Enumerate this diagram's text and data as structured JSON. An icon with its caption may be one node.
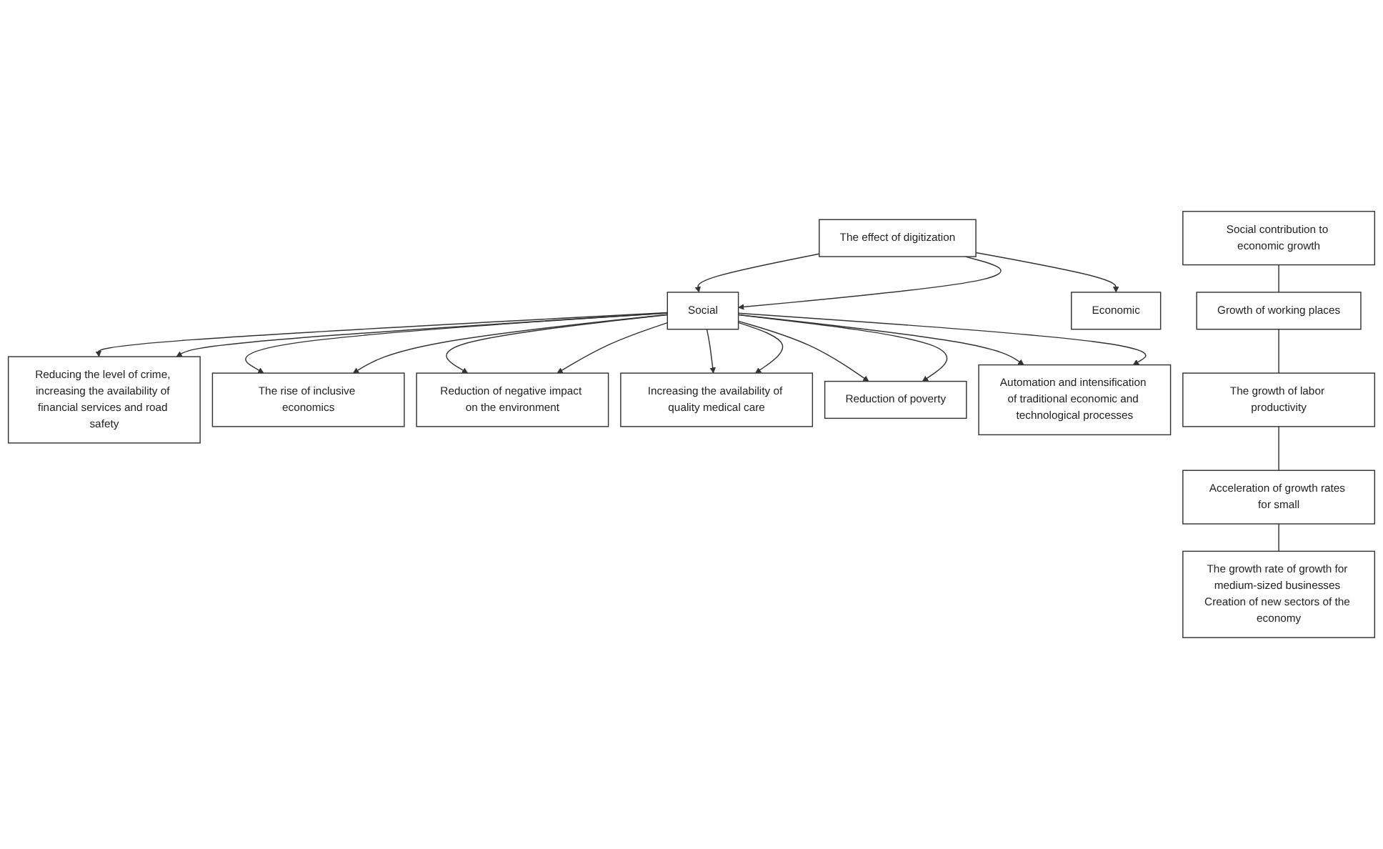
{
  "diagram": {
    "nodes": [
      {
        "text": [
          "The effect of digitization"
        ]
      },
      {
        "text": [
          "Social"
        ]
      },
      {
        "text": [
          "Economic"
        ]
      },
      {
        "text": [
          "Reducing the level of crime, increasing the availability of financial services and road safety"
        ]
      },
      {
        "text": [
          "The rise of inclusive economics"
        ]
      },
      {
        "text": [
          "Reduction of negative impact on the environment"
        ]
      },
      {
        "text": [
          "Increasing the availability of quality medical care"
        ]
      },
      {
        "text": [
          "Reduction of poverty"
        ]
      },
      {
        "text": [
          "Automation and intensification of traditional economic and technological processes"
        ]
      },
      {
        "text": [
          "Social contribution to economic growth"
        ]
      },
      {
        "text": [
          "Growth of working places"
        ]
      },
      {
        "text": [
          "The growth of labor productivity"
        ]
      },
      {
        "text": [
          "Acceleration of growth rates for small"
        ]
      },
      {
        "text": [
          "The growth rate of growth for medium-sized businesses Creation of new sectors of the economy"
        ]
      }
    ],
    "edges": [
      {
        "from": 0,
        "to": 1,
        "arrow": "to"
      },
      {
        "from": 0,
        "to": 1,
        "arrow": "to"
      },
      {
        "from": 0,
        "to": 2,
        "arrow": "to"
      },
      {
        "from": 1,
        "to": 3,
        "arrow": "to"
      },
      {
        "from": 1,
        "to": 3,
        "arrow": "to"
      },
      {
        "from": 1,
        "to": 4,
        "arrow": "to"
      },
      {
        "from": 1,
        "to": 4,
        "arrow": "to"
      },
      {
        "from": 1,
        "to": 5,
        "arrow": "to"
      },
      {
        "from": 1,
        "to": 5,
        "arrow": "to"
      },
      {
        "from": 1,
        "to": 6,
        "arrow": "to"
      },
      {
        "from": 1,
        "to": 6,
        "arrow": "to"
      },
      {
        "from": 1,
        "to": 7,
        "arrow": "to"
      },
      {
        "from": 1,
        "to": 7,
        "arrow": "to"
      },
      {
        "from": 1,
        "to": 8,
        "arrow": "to"
      },
      {
        "from": 1,
        "to": 8,
        "arrow": "to"
      },
      {
        "from": 9,
        "to": 10,
        "arrow": "none"
      },
      {
        "from": 10,
        "to": 11,
        "arrow": "none"
      },
      {
        "from": 11,
        "to": 12,
        "arrow": "none"
      },
      {
        "from": 12,
        "to": 13,
        "arrow": "none"
      }
    ]
  }
}
